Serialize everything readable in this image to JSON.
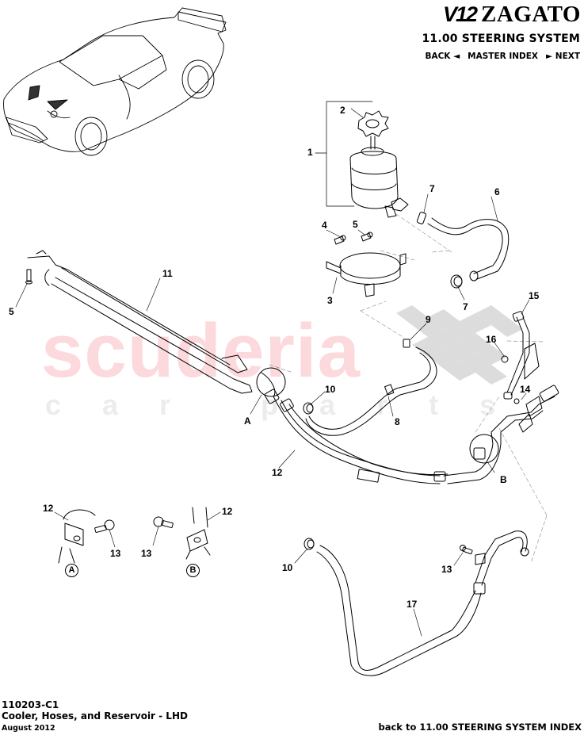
{
  "header": {
    "brand_badge": "V12",
    "brand_name": "ZAGATO",
    "section_title": "11.00 STEERING SYSTEM",
    "nav": {
      "back_label": "BACK ◄",
      "master_index_label": "MASTER INDEX",
      "next_label": "► NEXT"
    }
  },
  "watermark": {
    "main": "scuderia",
    "sub": "car parts",
    "main_color": "#fbd9dc",
    "sub_color": "#ececec"
  },
  "diagram": {
    "callouts": [
      {
        "id": "c1",
        "label": "1"
      },
      {
        "id": "c2",
        "label": "2"
      },
      {
        "id": "c3",
        "label": "3"
      },
      {
        "id": "c4",
        "label": "4"
      },
      {
        "id": "c5a",
        "label": "5"
      },
      {
        "id": "c5b",
        "label": "5"
      },
      {
        "id": "c6",
        "label": "6"
      },
      {
        "id": "c7a",
        "label": "7"
      },
      {
        "id": "c7b",
        "label": "7"
      },
      {
        "id": "c8",
        "label": "8"
      },
      {
        "id": "c9",
        "label": "9"
      },
      {
        "id": "c10a",
        "label": "10"
      },
      {
        "id": "c10b",
        "label": "10"
      },
      {
        "id": "c11",
        "label": "11"
      },
      {
        "id": "c12a",
        "label": "12"
      },
      {
        "id": "c12b",
        "label": "12"
      },
      {
        "id": "c12c",
        "label": "12"
      },
      {
        "id": "c13a",
        "label": "13"
      },
      {
        "id": "c13b",
        "label": "13"
      },
      {
        "id": "c13c",
        "label": "13"
      },
      {
        "id": "c14",
        "label": "14"
      },
      {
        "id": "c15",
        "label": "15"
      },
      {
        "id": "c16",
        "label": "16"
      },
      {
        "id": "c17",
        "label": "17"
      }
    ],
    "detail_refs": {
      "a_label": "A",
      "b_label": "B",
      "a_badge": "A",
      "b_badge": "B"
    }
  },
  "footer": {
    "code": "110203-C1",
    "name": "Cooler, Hoses, and Reservoir - LHD",
    "date": "August 2012",
    "back_link": "back to 11.00 STEERING SYSTEM INDEX"
  }
}
